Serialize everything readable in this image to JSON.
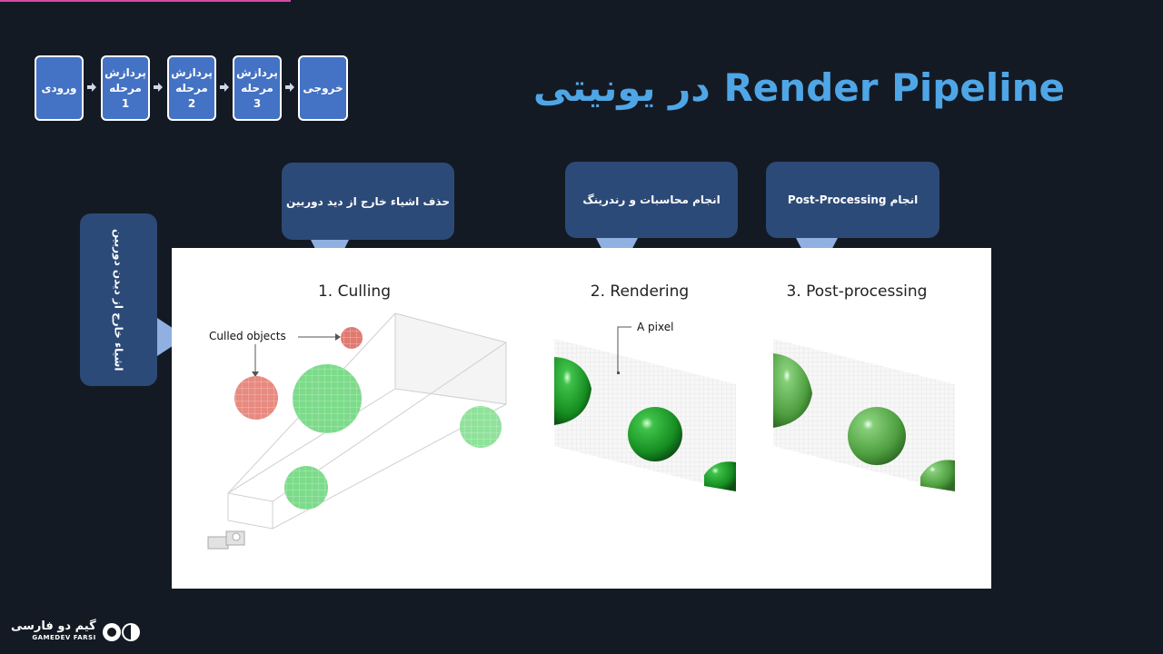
{
  "slide": {
    "title": "Render Pipeline در یونیتی"
  },
  "flow": {
    "steps": [
      {
        "label": "ورودی"
      },
      {
        "label": "پردازش\nمرحله\n1"
      },
      {
        "label": "پردازش\nمرحله\n2"
      },
      {
        "label": "پردازش\nمرحله\n3"
      },
      {
        "label": "خروجی"
      }
    ]
  },
  "callouts": {
    "culling": "حذف اشیاء خارج از دید دوربین",
    "rendering": "انجام محاسبات و رندرینگ",
    "post": "انجام Post-Processing",
    "side": "اشیاء خارج از دیدن دوربین"
  },
  "diagram": {
    "culling_title": "1. Culling",
    "rendering_title": "2. Rendering",
    "post_title": "3. Post-processing",
    "culled_label": "Culled objects",
    "pixel_label": "A pixel"
  },
  "logo": {
    "fa": "گیم دو فارسی",
    "en": "GAMEDEV FARSI"
  },
  "colors": {
    "background": "#141a23",
    "title": "#4fa6e6",
    "flow_box": "#4472c4",
    "callout": "#2c4a78",
    "callout_tail": "#8fb0e0",
    "culled": "#e88a80",
    "visible": "#7cdb8a",
    "rendered": "#1f9a2e",
    "accent_bar": "#d24aa6"
  },
  "progress": {
    "fraction": 0.25
  }
}
